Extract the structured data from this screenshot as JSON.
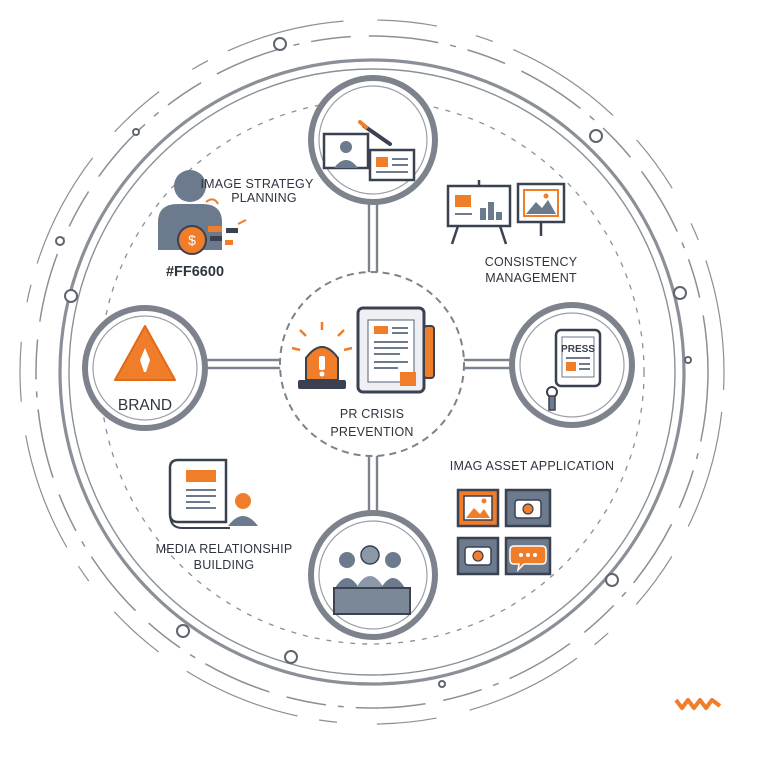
{
  "center": {
    "label_line1": "PR CRISIS",
    "label_line2": "PREVENTION"
  },
  "nodes": {
    "image_strategy": {
      "label_line1": "IMAGE STRATEGY",
      "label_line2": "PLANNING",
      "hex_label": "#FF6600"
    },
    "consistency": {
      "label_line1": "CONSISTENCY",
      "label_line2": "MANAGEMENT"
    },
    "brand": {
      "label": "BRAND"
    },
    "press": {
      "sign_text": "PRESS"
    },
    "image_asset": {
      "label": "IMAG ASSET APPLICATION"
    },
    "media_relationship": {
      "label_line1": "MEDIA RELATIONSHIP",
      "label_line2": "BUILDING"
    }
  },
  "colors": {
    "accent": "#F07D2A",
    "ink": "#3A4150",
    "slate": "#6B7A8C",
    "ring": "#8A8F98"
  },
  "icons": [
    "portrait-presentation-icon",
    "person-strategy-icon",
    "easel-charts-icon",
    "warning-triangle-icon",
    "siren-icon",
    "document-tablet-icon",
    "press-tablet-icon",
    "newspaper-person-icon",
    "media-gallery-icon",
    "audience-icon"
  ]
}
